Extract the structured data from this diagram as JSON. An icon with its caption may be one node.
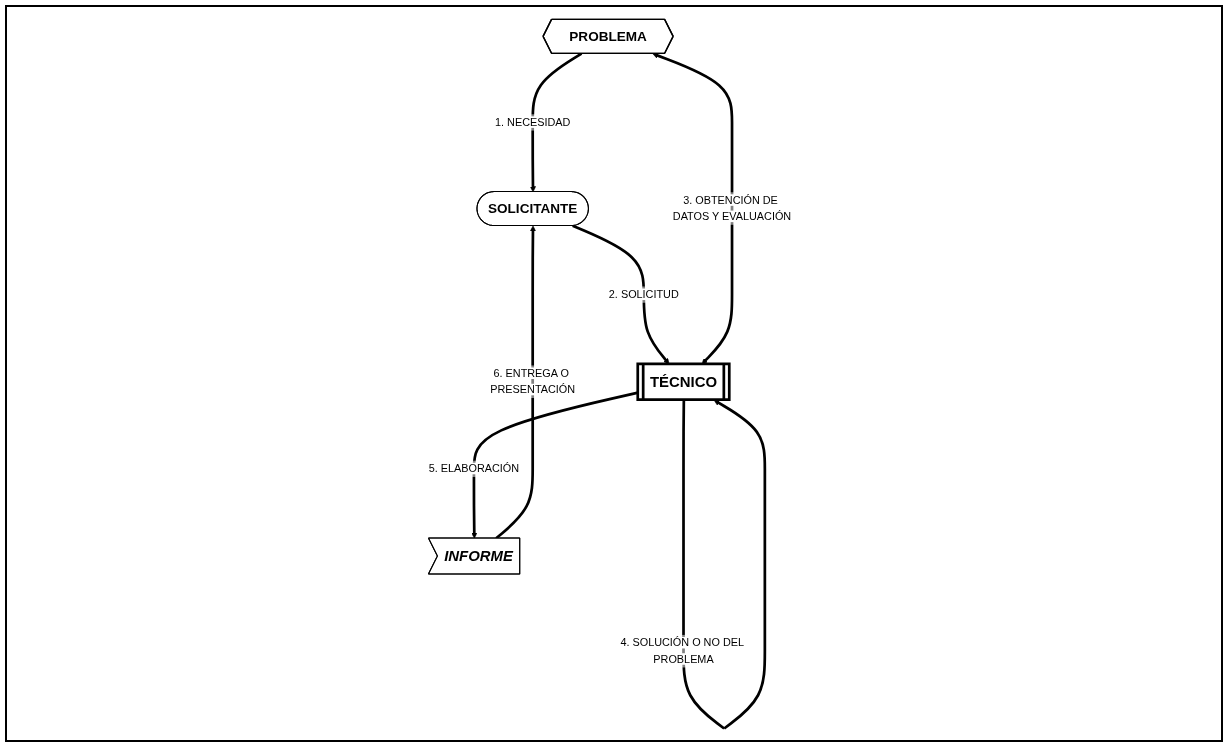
{
  "diagram": {
    "nodes": [
      {
        "text": [
          "PROBLEMA"
        ]
      },
      {
        "text": [
          "SOLICITANTE"
        ]
      },
      {
        "text": [
          "TÉCNICO"
        ]
      },
      {
        "text": [
          "INFORME"
        ]
      }
    ],
    "edges": [
      {
        "from": 0,
        "to": 1,
        "arrow": "to",
        "label": "1. NECESIDAD"
      },
      {
        "from": 1,
        "to": 2,
        "arrow": "to",
        "label": "2. SOLICITUD"
      },
      {
        "from": 2,
        "to": 0,
        "arrow": "both",
        "label": "3. OBTENCIÓN DE DATOS Y EVALUACIÓN"
      },
      {
        "from": 2,
        "to": 2,
        "arrow": "to",
        "label": "4. SOLUCIÓN O NO DEL PROBLEMA"
      },
      {
        "from": 2,
        "to": 3,
        "arrow": "to",
        "label": "5. ELABORACIÓN"
      },
      {
        "from": 3,
        "to": 1,
        "arrow": "to",
        "label": "6. ENTREGA O PRESENTACIÓN"
      }
    ]
  }
}
